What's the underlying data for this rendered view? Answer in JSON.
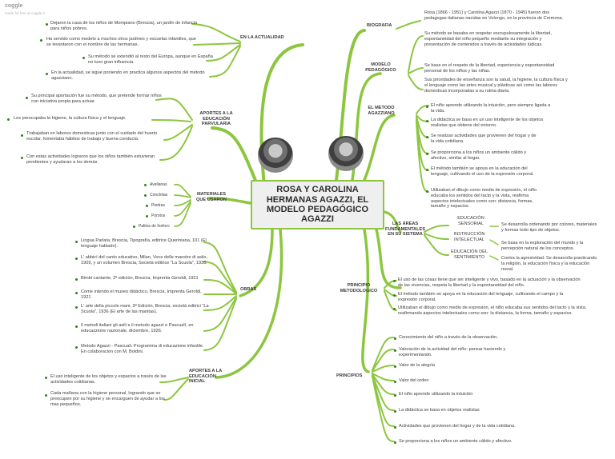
{
  "brand": {
    "logo": "coggle",
    "tagline": "made for free at coggle.it"
  },
  "center": {
    "title": "ROSA Y CAROLINA HERMANAS AGAZZI, EL MODELO PEDAGÓGICO AGAZZI"
  },
  "en_la_actualidad": {
    "label": "EN LA ACTUALIDAD",
    "items": [
      "Dejaron la casa de los niños de Mompiano (Brescia), un jardín de infancia para niños pobres.",
      "Ha servido como modelo a muchos otros jardines y escuelas infantiles, que se levantaron con el nombre de las hermanas.",
      "Su método se extendió al resto del Europa, aunque en España no tuvo gran influencia.",
      "En la actualidad, se sigue poniendo en practica algunos aspectos del método agazziano."
    ]
  },
  "aportes_educacion": {
    "label": "APORTES A LA EDUCACIÓN PARVULARIA",
    "items": [
      "Su principal aportación fue su método, que pretende formar niños con iniciativa propia para actuar.",
      "Les preocupaba la higiene, la cultura física y el lenguaje.",
      "Trabajaban en labores domesticas junto con el cuidado del huerto escolar, fomentaba hábitos de trabajo y buena conducta.",
      "Con estas actividades lograron que los niños también estuvieran pendientes y ayudaran a los demás."
    ]
  },
  "materiales": {
    "label": "MATERIALES QUE USARON",
    "items": [
      "Avellanas",
      "Conchitas",
      "Piedras",
      "Porotos",
      "Palitos de fosforo"
    ]
  },
  "obras": {
    "label": "OBRAS",
    "items": [
      "Lingua Parlata, Brescia, Tipografía, editrice Querinianа, 101 (El lenguaje hablado).",
      "L' abbicí del canto educativo, Milan, Voce delle maestre di asilo, 1909, y un volumen Brescia, Società editrice \"La Scuola\", 1936.",
      "Bimbi cantante, 2ª edición, Brescia, Imprenta Geroldi, 1921",
      "Come intendo el museo didáctico, Brescia, Imprenta Geroldi, 1921",
      "L' arte della piccole mani, 3ª Edición, Brescia, società editrici \"La Scuola\", 1936 (El arte de las manitas).",
      "Il metodi italiani gli asili e il metodo agazzi e Pascualí, en educazzione nazionale, diciembre, 1926.",
      "Metodo Agazzi - Pascuali. Programma di educazione infantile. En colaboracion con M. Boldini."
    ]
  },
  "aportes_inicial": {
    "label": "APORTES A LA EDUCACIÓN INICIAL",
    "items": [
      "El uso inteligente de los objetos y espacios a través de las actividades cotidianas.",
      "Cada mañana con la higiene personal, lograndо que se preocupen por su higiene y se encarguen de ayudar a los mas pequeños."
    ]
  },
  "biografia": {
    "label": "BIOGRAFIA",
    "text": "Rosa (1866 - 1951) y Carolina Agazzi (1870 - 1945) fueron dos pedagogas italianas nacidas en Volongo, en la provincia de Cremona."
  },
  "modelo_pedagogico": {
    "label": "MODELO PEDAGÓGICO",
    "items": [
      "Su método se basaba en respetar escrupulosamente la libertad, espontaneidad del niño pequeño mediante su integración y presentación de contenidos a través de actividades lúdicas.",
      "Se basa en el respeto de la libertad, experiencia y espontaneidad personal de los niños y las niñas."
    ]
  },
  "el_metodo": {
    "label": "EL METODO AGAZZIANO",
    "intro": "Sus prioridades de enseñanza son la salud, la higiene, la cultura física y el lenguaje como las artes musical y plásticas así como las labores domesticas incorporadas a su rutina diaria.",
    "items": [
      "El niño aprende utilizando la intuición, pero siempre ligada a la vida.",
      "La didáctica se basa en un uso inteligente de los objetos realistas que obtiene del entorno.",
      "Se realizan actividades que provienen del hogar y de la vida cotidiana.",
      "Se proporciona a los niños un ambiente cálido y afectivo, similar al hogar.",
      "El método también se apoya en la educación del lenguaje, cultivando el uso de la expresión corporal.",
      "Utilizaban el dibujo como medio de expresión, el niño educaba los sentidos del tacto y la vista, reafirma aspectos intelectuales como son: distancia, formas, tamaño y espacios."
    ]
  },
  "areas": {
    "label": "LAS ÁREAS FUNDAMENTALES EN SU SISTEMA",
    "items": [
      {
        "name": "EDUCACIÓN SENSORIAL",
        "desc": "Se desarrolla ordenando por colores, materiales y formas todo tipo de objetos."
      },
      {
        "name": "INSTRUCCIÓN INTELECTUAL",
        "desc": "Se basa en la exploración del mundo y la percepción natural de los conceptos."
      },
      {
        "name": "EDUCACIÓN DEL SENTIMIENTO",
        "desc": "Contra la agresividad. Se desarrolla practicando la religión, la educación física y la educación moral."
      }
    ]
  },
  "principio": {
    "label": "PRINCIPIO METODOLOGICO",
    "items": [
      "El uso de las cosas tiene que ser inteligente y vivo, basado en la actuación y la observación de las vivencias, respeta la libertad y la espontaneidad del niño.",
      "El método también se apoya en la educación del lenguaje, cultivando el campo y la expresión corporal.",
      "Utilizaban el dibujo como medio de expresión, el niño educaba sus sentidos del tacto y la vista, reafirmando aspectos intelectuales como son: la distancia, la forma, tamaño y espacios."
    ]
  },
  "principios": {
    "label": "PRINCIPIOS",
    "items": [
      "Conocimiento del niño a través de la observación.",
      "Valoración de la actividad del niño: pensar haciendo y experimentando.",
      "Valor de la alegría",
      "Valor del orden",
      "El niño aprende utilizando la intuición",
      "La didáctica se basa en objetos realistas",
      "Actividades que provienen del hogar y de la vida cotidiana.",
      "Se proporciona a los niños un ambiente cálido y afectivo."
    ]
  },
  "colors": {
    "branch": "#8cc63f",
    "bullet": "#3b7a2a"
  }
}
